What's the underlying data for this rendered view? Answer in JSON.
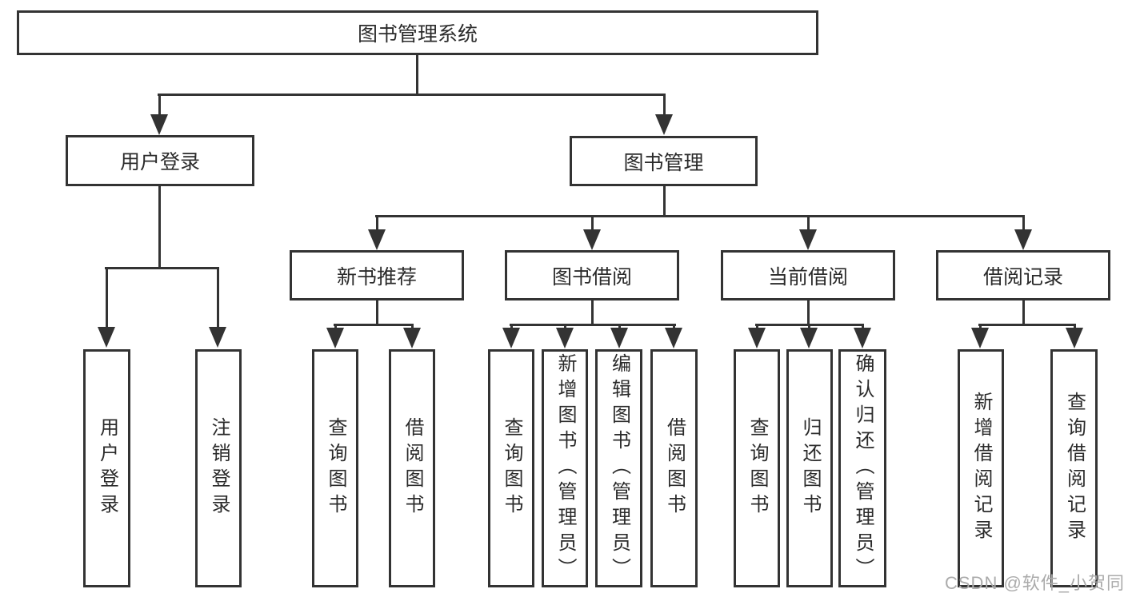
{
  "diagram": {
    "root": {
      "label": "图书管理系统"
    },
    "branches": [
      {
        "label": "用户登录",
        "children": [
          {
            "label": "用户登录"
          },
          {
            "label": "注销登录"
          }
        ]
      },
      {
        "label": "图书管理",
        "groups": [
          {
            "label": "新书推荐",
            "children": [
              {
                "label": "查询图书"
              },
              {
                "label": "借阅图书"
              }
            ]
          },
          {
            "label": "图书借阅",
            "children": [
              {
                "label": "查询图书"
              },
              {
                "label": "新增图书（管理员）"
              },
              {
                "label": "编辑图书（管理员）"
              },
              {
                "label": "借阅图书"
              }
            ]
          },
          {
            "label": "当前借阅",
            "children": [
              {
                "label": "查询图书"
              },
              {
                "label": "归还图书"
              },
              {
                "label": "确认归还（管理员）"
              }
            ]
          },
          {
            "label": "借阅记录",
            "children": [
              {
                "label": "新增借阅记录"
              },
              {
                "label": "查询借阅记录"
              }
            ]
          }
        ]
      }
    ]
  },
  "watermark": {
    "text": "CSDN @软件_小贺同学"
  },
  "colors": {
    "line": "#333333",
    "text": "#2b2b2b",
    "watermark": "#ababab",
    "background": "#ffffff"
  }
}
